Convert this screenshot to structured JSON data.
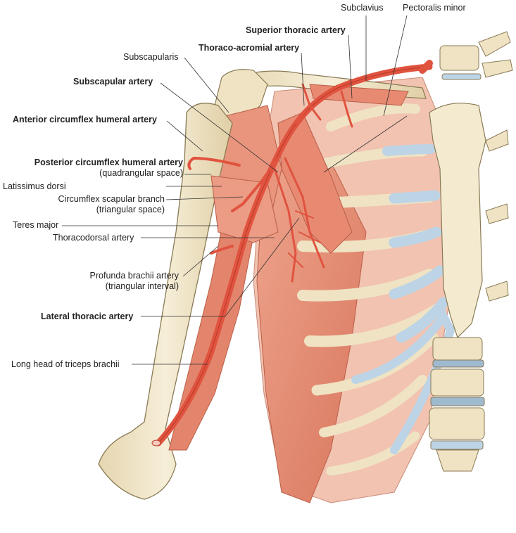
{
  "labels": {
    "subclavius": "Subclavius",
    "pectoralis_minor": "Pectoralis minor",
    "superior_thoracic_artery": "Superior thoracic artery",
    "thoraco_acromial_artery": "Thoraco-acromial artery",
    "subscapularis": "Subscapularis",
    "subscapular_artery": "Subscapular artery",
    "anterior_circumflex_humeral_artery": "Anterior circumflex humeral artery",
    "posterior_circumflex_humeral_artery": "Posterior circumflex humeral artery",
    "quadrangular_space": "(quadrangular space)",
    "latissimus_dorsi": "Latissimus dorsi",
    "circumflex_scapular_branch": "Circumflex scapular branch",
    "triangular_space": "(triangular space)",
    "teres_major": "Teres major",
    "thoracodorsal_artery": "Thoracodorsal artery",
    "profunda_brachii_artery": "Profunda brachii artery",
    "triangular_interval": "(triangular interval)",
    "lateral_thoracic_artery": "Lateral thoracic artery",
    "long_head_of_triceps_brachii": "Long head of triceps brachii"
  },
  "colors": {
    "bone": "#efe3c4",
    "bone_outline": "#8a7a55",
    "muscle": "#e8937a",
    "muscle_dark": "#d2705a",
    "cartilage": "#bcd4e6",
    "artery": "#e0533f",
    "artery_dark": "#b8392a",
    "leader": "#333333"
  }
}
